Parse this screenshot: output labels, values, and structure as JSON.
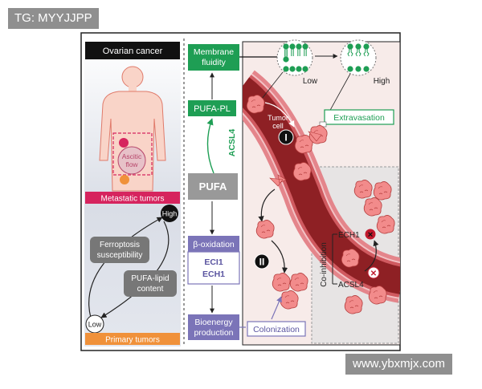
{
  "watermark_top": "TG: MYYJJPP",
  "watermark_bottom": "www.ybxmjx.com",
  "left_panel": {
    "title": "Ovarian cancer",
    "ascitic_flow": [
      "Ascitic",
      "flow"
    ],
    "metastatic_tumors": "Metastatic tumors",
    "primary_tumors": "Primary tumors",
    "ferroptosis": [
      "Ferroptosis",
      "susceptibility"
    ],
    "pufa_lipid": [
      "PUFA-lipid",
      "content"
    ],
    "high": "High",
    "low": "Low"
  },
  "middle": {
    "membrane_fluidity": [
      "Membrane",
      "fluidity"
    ],
    "pufa_pl": "PUFA-PL",
    "acsl4": "ACSL4",
    "pufa": "PUFA",
    "beta_oxidation": "β-oxidation",
    "eci1": "ECI1",
    "ech1": "ECH1",
    "bioenergy": [
      "Bioenergy",
      "production"
    ]
  },
  "right_panel": {
    "low": "Low",
    "high": "High",
    "tumor_cell": [
      "Tumor",
      "cell"
    ],
    "extravasation": "Extravasation",
    "step1": "I",
    "step2": "II",
    "colonization": "Colonization",
    "co_inhibition": "Co-inhibition",
    "ech1": "ECH1",
    "acsl4": "ACSL4"
  },
  "colors": {
    "green": "#1e9e54",
    "magenta": "#d6245e",
    "orange": "#f0913a",
    "purple": "#7b74b8",
    "gray_box": "#777777",
    "vessel_dark": "#8e2024",
    "vessel_light": "#e4858b"
  }
}
